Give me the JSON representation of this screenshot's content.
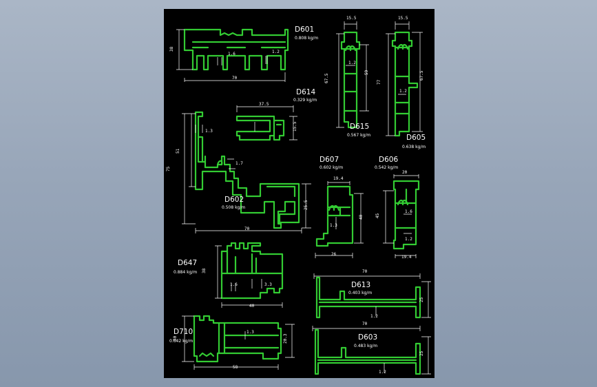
{
  "colors": {
    "background": "#8f9db1",
    "sheet": "#000000",
    "profile": "#33cc33",
    "dimension": "#ffffff"
  },
  "profiles": {
    "d601": {
      "code": "D601",
      "weight": "0.808 kg/m",
      "dims": [
        "38",
        "70",
        "1.6",
        "1.2"
      ]
    },
    "d614": {
      "code": "D614",
      "weight": "0.329 kg/m",
      "dims": [
        "37.5",
        "15.5"
      ]
    },
    "d615": {
      "code": "D615",
      "weight": "0.567 kg/m",
      "dims": [
        "15.5",
        "67.5",
        "59",
        "1.2"
      ]
    },
    "d605": {
      "code": "D605",
      "weight": "0.638 kg/m",
      "dims": [
        "15.5",
        "77",
        "67.5",
        "1.2"
      ]
    },
    "d602": {
      "code": "D602",
      "weight": "0.508 kg/m",
      "dims": [
        "75",
        "51",
        "1.3",
        "1.7",
        "25.5",
        "70"
      ]
    },
    "d607": {
      "code": "D607",
      "weight": "0.602 kg/m",
      "dims": [
        "19.4",
        "40",
        "1.3",
        "26"
      ]
    },
    "d606": {
      "code": "D606",
      "weight": "0.542 kg/m",
      "dims": [
        "20",
        "45",
        "1.6",
        "1.2",
        "19.4"
      ]
    },
    "d647": {
      "code": "D647",
      "weight": "0.884 kg/m",
      "dims": [
        "38",
        "1.6",
        "3.3",
        "40"
      ]
    },
    "d613": {
      "code": "D613",
      "weight": "0.403 kg/m",
      "dims": [
        "70",
        "25",
        "1.2"
      ]
    },
    "d710": {
      "code": "D710",
      "weight": "0.642 kg/m",
      "dims": [
        "30",
        "1.3",
        "20.3",
        "58"
      ]
    },
    "d603": {
      "code": "D603",
      "weight": "0.483 kg/m",
      "dims": [
        "70",
        "25",
        "1.2"
      ]
    }
  }
}
